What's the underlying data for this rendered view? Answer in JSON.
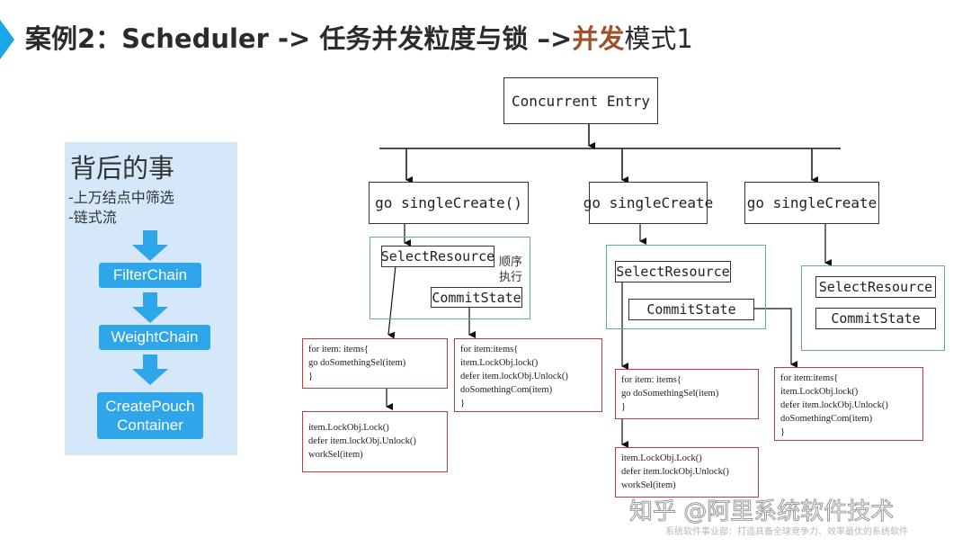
{
  "title": {
    "main": "案例2：Scheduler -> 任务并发粒度与锁 –>",
    "highlight": "并发",
    "tail": "模式1"
  },
  "left_panel": {
    "heading": "背后的事",
    "lines": [
      "-上万结点中筛选",
      "-链式流"
    ],
    "chain": [
      "FilterChain",
      "WeightChain",
      "CreatePouch Container"
    ]
  },
  "diagram": {
    "entry": "Concurrent Entry",
    "branches": [
      {
        "create": "go singleCreate()",
        "select": "SelectResource",
        "commit": "CommitState",
        "order_note": [
          "顺序",
          "执行"
        ],
        "loop_code": [
          "for item: items{",
          "  go doSomethingSel(item)",
          "}"
        ],
        "commit_code": [
          "for item:items{",
          "  item.LockObj.lock()",
          "  defer item.lockObj.Unlock()",
          "  doSomethingCom(item)",
          "}"
        ],
        "work_code": [
          "item.LockObj.Lock()",
          "defer item.lockObj.Unlock()",
          "workSel(item)"
        ]
      },
      {
        "create": "go singleCreate",
        "select": "SelectResource",
        "commit": "CommitState",
        "loop_code": [
          "for item: items{",
          "  go doSomethingSel(item)",
          "}"
        ],
        "work_code": [
          "item.LockObj.Lock()",
          "defer item.lockObj.Unlock()",
          "workSel(item)"
        ]
      },
      {
        "create": "go singleCreate",
        "select": "SelectResource",
        "commit": "CommitState",
        "commit_code": [
          "for item:items{",
          "  item.LockObj.lock()",
          "  defer item.lockObj.Unlock()",
          "  doSomethingCom(item)",
          "}"
        ]
      }
    ]
  },
  "watermark": {
    "line1": "知乎 @阿里系统软件技术",
    "line2": "系统软件事业部：打造具备全球竞争力、效率最优的系统软件"
  },
  "colors": {
    "accent": "#1aa6e8",
    "highlight": "#a0522d",
    "panel_bg": "#d4e8fa",
    "chip": "#2fa6ea",
    "green_border": "#5cb87a",
    "red_border": "#c23b3b"
  }
}
